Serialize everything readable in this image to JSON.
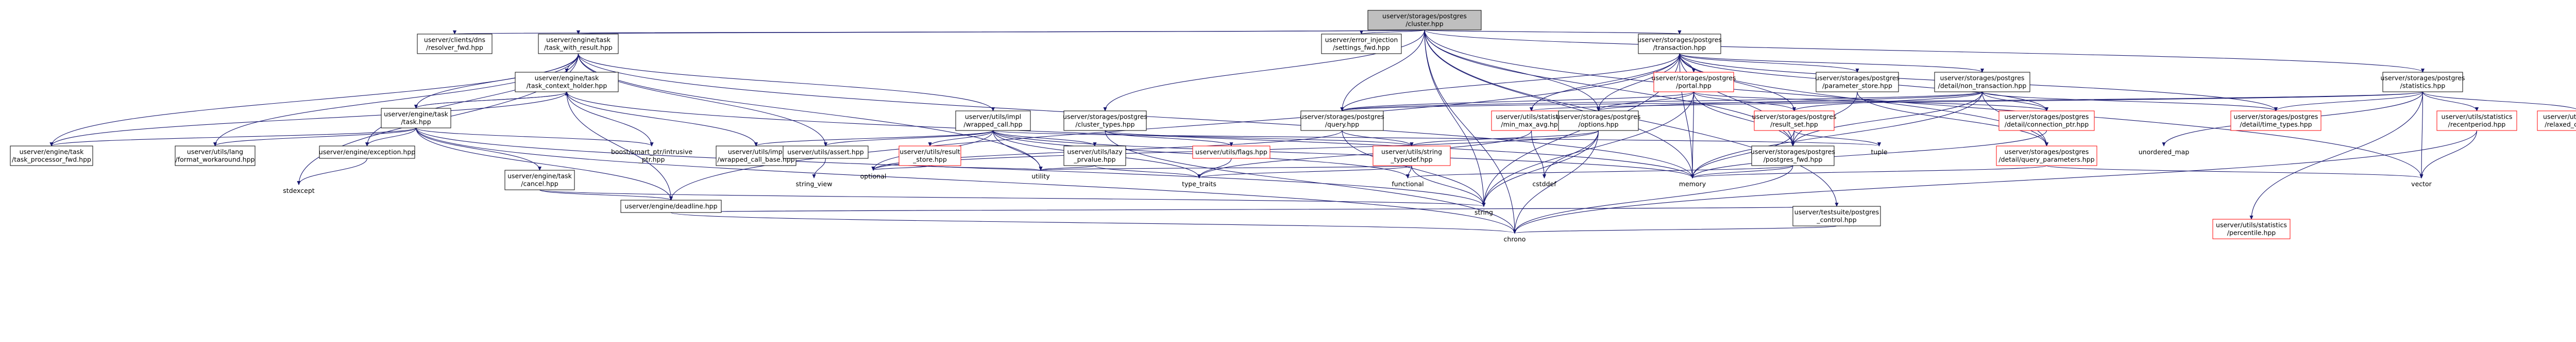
{
  "graph": {
    "nodes": [
      {
        "id": "root",
        "lines": [
          "userver/storages/postgres",
          "/cluster.hpp"
        ],
        "style": "root"
      },
      {
        "id": "resolver",
        "lines": [
          "userver/clients/dns",
          "/resolver_fwd.hpp"
        ],
        "style": "boxed"
      },
      {
        "id": "twr",
        "lines": [
          "userver/engine/task",
          "/task_with_result.hpp"
        ],
        "style": "boxed"
      },
      {
        "id": "errinj",
        "lines": [
          "userver/error_injection",
          "/settings_fwd.hpp"
        ],
        "style": "boxed"
      },
      {
        "id": "transaction",
        "lines": [
          "userver/storages/postgres",
          "/transaction.hpp"
        ],
        "style": "boxed"
      },
      {
        "id": "statistics",
        "lines": [
          "userver/storages/postgres",
          "/statistics.hpp"
        ],
        "style": "boxed"
      },
      {
        "id": "tch",
        "lines": [
          "userver/engine/task",
          "/task_context_holder.hpp"
        ],
        "style": "boxed"
      },
      {
        "id": "task",
        "lines": [
          "userver/engine/task",
          "/task.hpp"
        ],
        "style": "boxed"
      },
      {
        "id": "tpf",
        "lines": [
          "userver/engine/task",
          "/task_processor_fwd.hpp"
        ],
        "style": "boxed"
      },
      {
        "id": "fwu",
        "lines": [
          "userver/utils/lang",
          "/format_workaround.hpp"
        ],
        "style": "boxed"
      },
      {
        "id": "exception",
        "lines": [
          "userver/engine/exception.hpp"
        ],
        "style": "boxed"
      },
      {
        "id": "stdexcept",
        "lines": [
          "stdexcept"
        ],
        "style": "plain"
      },
      {
        "id": "cancel",
        "lines": [
          "userver/engine/task",
          "/cancel.hpp"
        ],
        "style": "boxed"
      },
      {
        "id": "deadline",
        "lines": [
          "userver/engine/deadline.hpp"
        ],
        "style": "boxed"
      },
      {
        "id": "chrono",
        "lines": [
          "chrono"
        ],
        "style": "plain"
      },
      {
        "id": "boostptr",
        "lines": [
          "boost/smart_ptr/intrusive",
          "_ptr.hpp"
        ],
        "style": "plain"
      },
      {
        "id": "wcb",
        "lines": [
          "userver/utils/impl",
          "/wrapped_call_base.hpp"
        ],
        "style": "boxed"
      },
      {
        "id": "wrapped",
        "lines": [
          "userver/utils/impl",
          "/wrapped_call.hpp"
        ],
        "style": "boxed"
      },
      {
        "id": "assert",
        "lines": [
          "userver/utils/assert.hpp"
        ],
        "style": "boxed"
      },
      {
        "id": "string_view",
        "lines": [
          "string_view"
        ],
        "style": "plain"
      },
      {
        "id": "optional",
        "lines": [
          "optional"
        ],
        "style": "plain"
      },
      {
        "id": "resultstore",
        "lines": [
          "userver/utils/result",
          "_store.hpp"
        ],
        "style": "red"
      },
      {
        "id": "utility",
        "lines": [
          "utility"
        ],
        "style": "plain"
      },
      {
        "id": "lazy",
        "lines": [
          "userver/utils/lazy",
          "_prvalue.hpp"
        ],
        "style": "boxed"
      },
      {
        "id": "type_traits",
        "lines": [
          "type_traits"
        ],
        "style": "plain"
      },
      {
        "id": "clustertypes",
        "lines": [
          "userver/storages/postgres",
          "/cluster_types.hpp"
        ],
        "style": "boxed"
      },
      {
        "id": "flags",
        "lines": [
          "userver/utils/flags.hpp"
        ],
        "style": "red"
      },
      {
        "id": "mmavg",
        "lines": [
          "userver/utils/statistics",
          "/min_max_avg.hpp"
        ],
        "style": "red"
      },
      {
        "id": "strtypedef",
        "lines": [
          "userver/utils/string",
          "_typedef.hpp"
        ],
        "style": "red"
      },
      {
        "id": "functional",
        "lines": [
          "functional"
        ],
        "style": "plain"
      },
      {
        "id": "query",
        "lines": [
          "userver/storages/postgres",
          "/query.hpp"
        ],
        "style": "boxed"
      },
      {
        "id": "portal",
        "lines": [
          "userver/storages/postgres",
          "/portal.hpp"
        ],
        "style": "red"
      },
      {
        "id": "options",
        "lines": [
          "userver/storages/postgres",
          "/options.hpp"
        ],
        "style": "boxed"
      },
      {
        "id": "resultset",
        "lines": [
          "userver/storages/postgres",
          "/result_set.hpp"
        ],
        "style": "red"
      },
      {
        "id": "paramstore",
        "lines": [
          "userver/storages/postgres",
          "/parameter_store.hpp"
        ],
        "style": "boxed"
      },
      {
        "id": "nontxn",
        "lines": [
          "userver/storages/postgres",
          "/detail/non_transaction.hpp"
        ],
        "style": "boxed"
      },
      {
        "id": "connptr",
        "lines": [
          "userver/storages/postgres",
          "/detail/connection_ptr.hpp"
        ],
        "style": "red"
      },
      {
        "id": "timetypes",
        "lines": [
          "userver/storages/postgres",
          "/detail/time_types.hpp"
        ],
        "style": "red"
      },
      {
        "id": "qparams",
        "lines": [
          "userver/storages/postgres",
          "/detail/query_parameters.hpp"
        ],
        "style": "red"
      },
      {
        "id": "pgfwd",
        "lines": [
          "userver/storages/postgres",
          "/postgres_fwd.hpp"
        ],
        "style": "boxed"
      },
      {
        "id": "tuple",
        "lines": [
          "tuple"
        ],
        "style": "plain"
      },
      {
        "id": "unordered_map",
        "lines": [
          "unordered_map"
        ],
        "style": "plain"
      },
      {
        "id": "memory",
        "lines": [
          "memory"
        ],
        "style": "plain"
      },
      {
        "id": "cstddef",
        "lines": [
          "cstddef"
        ],
        "style": "plain"
      },
      {
        "id": "string",
        "lines": [
          "string"
        ],
        "style": "plain"
      },
      {
        "id": "pgcontrol",
        "lines": [
          "userver/testsuite/postgres",
          "_control.hpp"
        ],
        "style": "boxed"
      },
      {
        "id": "recentperiod",
        "lines": [
          "userver/utils/statistics",
          "/recentperiod.hpp"
        ],
        "style": "red"
      },
      {
        "id": "relaxed",
        "lines": [
          "userver/utils/statistics",
          "/relaxed_counter.hpp"
        ],
        "style": "red"
      },
      {
        "id": "vector",
        "lines": [
          "vector"
        ],
        "style": "plain"
      },
      {
        "id": "percentile",
        "lines": [
          "userver/utils/statistics",
          "/percentile.hpp"
        ],
        "style": "red"
      }
    ]
  }
}
